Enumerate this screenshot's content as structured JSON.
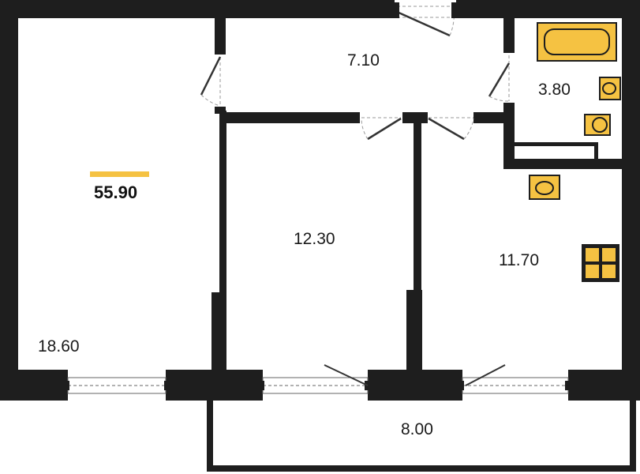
{
  "plan": {
    "total_area": "55.90",
    "rooms": [
      {
        "id": "living-room",
        "area": "18.60"
      },
      {
        "id": "hallway",
        "area": "7.10"
      },
      {
        "id": "bathroom",
        "area": "3.80"
      },
      {
        "id": "bedroom",
        "area": "12.30"
      },
      {
        "id": "kitchen",
        "area": "11.70"
      },
      {
        "id": "balcony",
        "area": "8.00"
      }
    ]
  },
  "colors": {
    "wall": "#1e1e1e",
    "fixture_fill": "#f5c242",
    "accent_bar": "#f5c242",
    "floor": "#ffffff"
  }
}
